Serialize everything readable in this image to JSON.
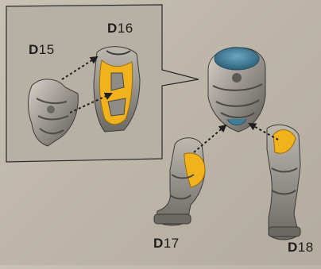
{
  "labels": {
    "d15": {
      "letter": "D",
      "number": "15"
    },
    "d16": {
      "letter": "D",
      "number": "16"
    },
    "d17": {
      "letter": "D",
      "number": "17"
    },
    "d18": {
      "letter": "D",
      "number": "18"
    }
  },
  "colors": {
    "background": "#bfb8ab",
    "inset_panel": "#b6afa3",
    "metal": "#8f8c86",
    "metal_light": "#c9c5bd",
    "metal_dark": "#4b4946",
    "glue_yellow": "#f2b21c",
    "socket_blue": "#3f7e9b",
    "arrow_dots": "#1e1e1e"
  }
}
